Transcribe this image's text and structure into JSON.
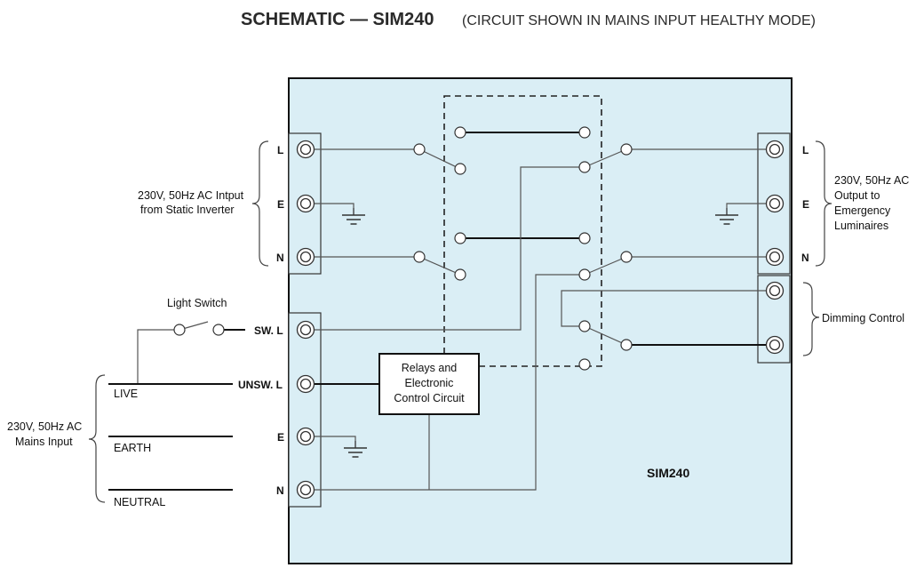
{
  "title": {
    "main": "SCHEMATIC — SIM240",
    "sub": "(CIRCUIT SHOWN IN MAINS INPUT HEALTHY MODE)"
  },
  "model_label": "SIM240",
  "inverter_input": {
    "label_lines": [
      "230V, 50Hz AC Intput",
      "from Static Inverter"
    ],
    "terminals": [
      "L",
      "E",
      "N"
    ]
  },
  "emergency_output": {
    "label_lines": [
      "230V, 50Hz AC",
      "Output to",
      "Emergency",
      "Luminaires"
    ],
    "terminals": [
      "L",
      "E",
      "N"
    ]
  },
  "dimming": {
    "label": "Dimming Control"
  },
  "light_switch": {
    "label": "Light Switch"
  },
  "mains_input": {
    "label_lines": [
      "230V, 50Hz AC",
      "Mains Input"
    ],
    "wires": [
      "LIVE",
      "EARTH",
      "NEUTRAL"
    ],
    "terminals": [
      "SW. L",
      "UNSW. L",
      "E",
      "N"
    ]
  },
  "control_circuit": {
    "label_lines": [
      "Relays and",
      "Electronic",
      "Control Circuit"
    ]
  },
  "colors": {
    "module_fill": "#daeef5",
    "outline": "#111111",
    "wire": "#555555"
  }
}
